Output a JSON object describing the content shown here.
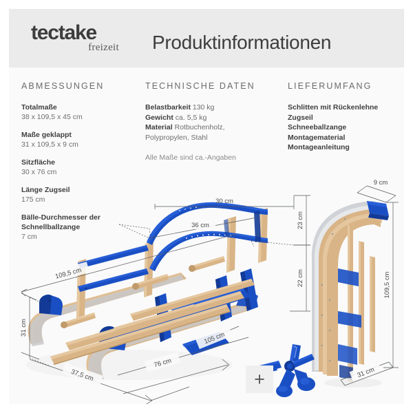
{
  "header": {
    "logo_main": "tectake",
    "logo_sub": "freizeit",
    "title": "Produktinformationen"
  },
  "columns": {
    "abmessungen": {
      "heading": "ABMESSUNGEN",
      "items": [
        {
          "label": "Totalmaße",
          "value": "38 x 109,5 x 45 cm"
        },
        {
          "label": "Maße geklappt",
          "value": "31 x 109,5 x 9 cm"
        },
        {
          "label": "Sitzfläche",
          "value": "30 x 76 cm"
        },
        {
          "label": "Länge Zugseil",
          "value": "175 cm"
        },
        {
          "label": "Bälle-Durchmesser der Schnellballzange",
          "value": "7 cm"
        }
      ]
    },
    "technische_daten": {
      "heading": "TECHNISCHE DATEN",
      "items": [
        {
          "label": "Belastbarkeit",
          "value": "130 kg"
        },
        {
          "label": "Gewicht",
          "value": "ca. 5,5 kg"
        },
        {
          "label": "Material",
          "value": "Rotbuchenholz,"
        }
      ],
      "material_continued": "Polypropylen, Stahl",
      "note": "Alle Maße sind ca.-Angaben"
    },
    "lieferumfang": {
      "heading": "LIEFERUMFANG",
      "items": [
        "Schlitten mit Rückenlehne",
        "Zugseil",
        "Schneeballzange",
        "Montagematerial",
        "Montageanleitung"
      ]
    }
  },
  "illustration": {
    "plus_symbol": "+",
    "dimensions": {
      "sled_width_top": "30 cm",
      "backrest_width": "36 cm",
      "backrest_height": "23 cm",
      "seat_height": "22 cm",
      "total_length": "109,5 cm",
      "seat_length": "76 cm",
      "runner_length": "105 cm",
      "sled_height": "31 cm",
      "sled_depth": "37,5 cm",
      "folded_thickness": "9 cm",
      "folded_length": "109,5 cm",
      "folded_width": "31 cm"
    }
  },
  "colors": {
    "page_background": "#ffffff",
    "content_background": "#fafafa",
    "header_band": "#ebebeb",
    "text_dark": "#3f3f3f",
    "text_muted": "#6e6e6e",
    "product_blue": "#1a4fc4",
    "product_wood": "#d9b486"
  }
}
